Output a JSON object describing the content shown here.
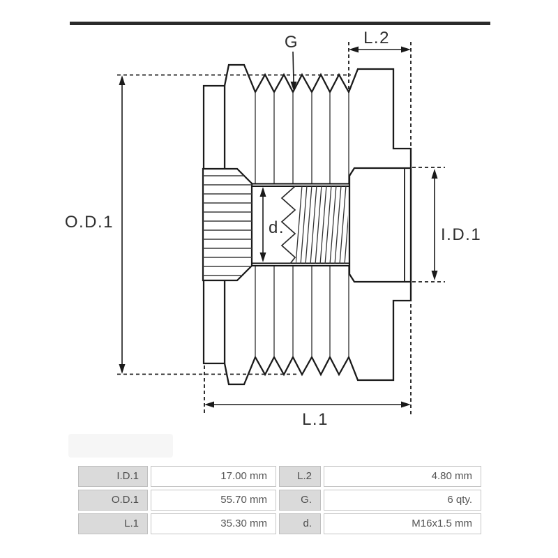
{
  "page": {
    "background": "#ffffff"
  },
  "top_bar": {
    "color": "#2b2b2b"
  },
  "drawing": {
    "line_color": "#1a1a1a",
    "labels": {
      "od1": "O.D.1",
      "l2": "L.2",
      "g": "G",
      "id1": "I.D.1",
      "d": "d.",
      "l1": "L.1"
    }
  },
  "spec_table": {
    "label_bg": "#dadada",
    "border_color": "#c5c5c5",
    "text_color": "#555555",
    "rows": [
      {
        "c1_label": "I.D.1",
        "c1_value": "17.00 mm",
        "c2_label": "L.2",
        "c2_value": "4.80 mm"
      },
      {
        "c1_label": "O.D.1",
        "c1_value": "55.70 mm",
        "c2_label": "G.",
        "c2_value": "6 qty."
      },
      {
        "c1_label": "L.1",
        "c1_value": "35.30 mm",
        "c2_label": "d.",
        "c2_value": "M16x1.5 mm"
      }
    ]
  }
}
